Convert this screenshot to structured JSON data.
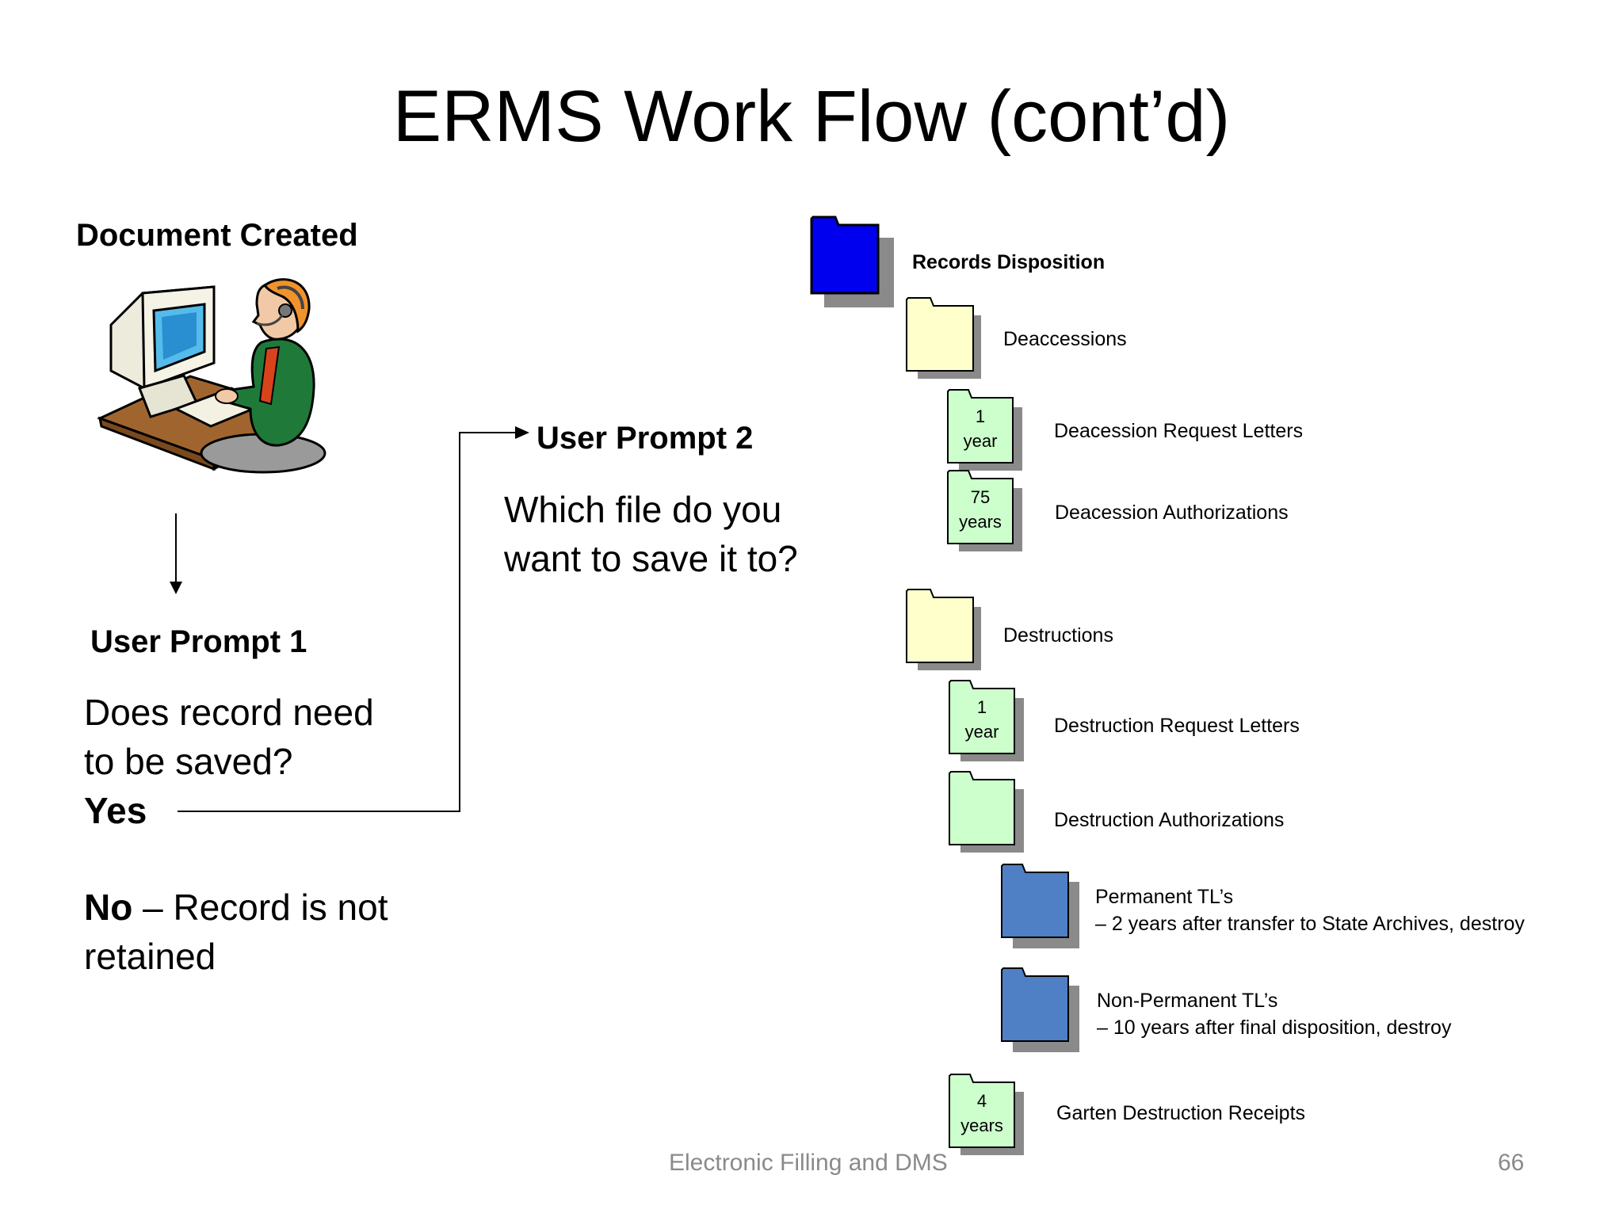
{
  "slide": {
    "title": "ERMS Work Flow (cont’d)",
    "footer": "Electronic Filling and DMS",
    "page_number": "66"
  },
  "left": {
    "document_created": "Document Created",
    "prompt1_heading": "User Prompt 1",
    "prompt1_question_line1": "Does record need",
    "prompt1_question_line2": "to be saved?",
    "yes_label": "Yes",
    "no_label": "No",
    "no_text": " – Record is not",
    "no_text_line2": "retained"
  },
  "middle": {
    "prompt2_heading": "User Prompt 2",
    "prompt2_question_line1": "Which file do you",
    "prompt2_question_line2": "want to save it to?"
  },
  "tree": {
    "root": "Records Disposition",
    "deaccessions": "Deaccessions",
    "deaccession_request": {
      "label": "Deacession Request Letters",
      "retention_1": "1",
      "retention_2": "year"
    },
    "deaccession_auth": {
      "label": "Deacession Authorizations",
      "retention_1": "75",
      "retention_2": "years"
    },
    "destructions": "Destructions",
    "destruction_request": {
      "label": "Destruction Request Letters",
      "retention_1": "1",
      "retention_2": "year"
    },
    "destruction_auth": "Destruction Authorizations",
    "permanent": {
      "line1": "Permanent TL’s",
      "line2": "– 2 years after transfer to State Archives, destroy"
    },
    "non_permanent": {
      "line1": "Non-Permanent TL’s",
      "line2": "– 10 years after final disposition, destroy"
    },
    "garten": {
      "label": "Garten Destruction Receipts",
      "retention_1": "4",
      "retention_2": "years"
    }
  },
  "colors": {
    "root_folder": "#0000ee",
    "category_folder": "#ffffcc",
    "record_folder": "#ccffcc",
    "subrecord_folder": "#4f7fc4",
    "folder_shadow": "#8a8a8a",
    "footer_text": "#8a8a8a"
  }
}
